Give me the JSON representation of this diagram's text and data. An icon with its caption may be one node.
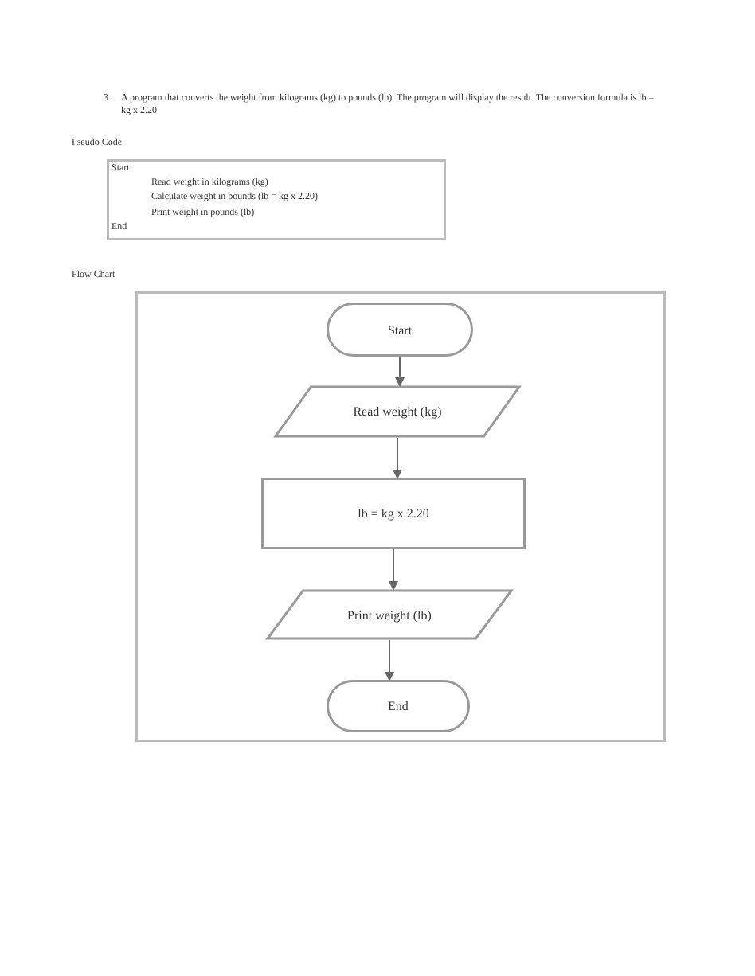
{
  "diagram": {
    "nodes": [
      {
        "text": [
          "Start",
          "Read weight in kilograms (kg)",
          "Calculate weight in pounds (lb = kg x 2.20)",
          "Print weight in pounds (lb)",
          "End"
        ]
      },
      {
        "text": [],
        "shape": "box"
      },
      {
        "text": [
          "Start"
        ],
        "in": 1
      },
      {
        "text": [
          "Read weight (kg)"
        ],
        "in": 1
      },
      {
        "text": [
          "lb = kg x 2.20"
        ],
        "in": 1
      },
      {
        "text": [
          "Print weight (lb)"
        ],
        "in": 1
      },
      {
        "text": [
          "End"
        ],
        "in": 1
      }
    ],
    "edges": [
      {
        "from": 2,
        "to": 3,
        "arrow": "to"
      },
      {
        "from": 3,
        "to": 4,
        "arrow": "to"
      },
      {
        "from": 4,
        "to": 5,
        "arrow": "to"
      },
      {
        "from": 5,
        "to": 6,
        "arrow": "to"
      }
    ],
    "labels": [
      "3.",
      "A program that converts the weight from kilograms (kg) to pounds (lb). The program will display the result. The conversion formula is lb = kg x 2.20",
      "Pseudo Code",
      "Flow Chart"
    ]
  }
}
